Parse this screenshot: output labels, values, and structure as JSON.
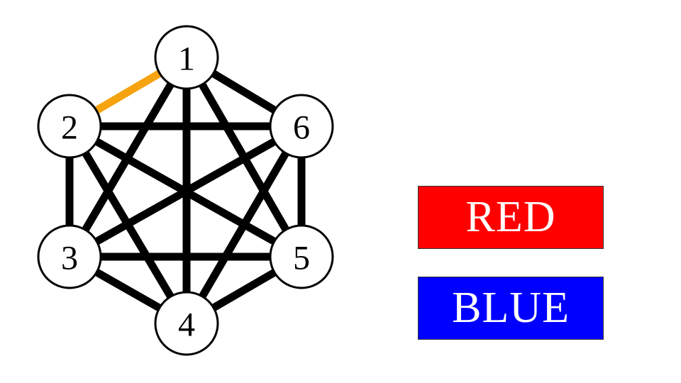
{
  "graph": {
    "nodes": [
      {
        "id": "1",
        "label": "1"
      },
      {
        "id": "2",
        "label": "2"
      },
      {
        "id": "3",
        "label": "3"
      },
      {
        "id": "4",
        "label": "4"
      },
      {
        "id": "5",
        "label": "5"
      },
      {
        "id": "6",
        "label": "6"
      }
    ],
    "edges": [
      {
        "from": "1",
        "to": "2",
        "color": "orange"
      },
      {
        "from": "1",
        "to": "3",
        "color": "black"
      },
      {
        "from": "1",
        "to": "4",
        "color": "black"
      },
      {
        "from": "1",
        "to": "5",
        "color": "black"
      },
      {
        "from": "1",
        "to": "6",
        "color": "black"
      },
      {
        "from": "2",
        "to": "3",
        "color": "black"
      },
      {
        "from": "2",
        "to": "4",
        "color": "black"
      },
      {
        "from": "2",
        "to": "5",
        "color": "black"
      },
      {
        "from": "2",
        "to": "6",
        "color": "black"
      },
      {
        "from": "3",
        "to": "4",
        "color": "black"
      },
      {
        "from": "3",
        "to": "5",
        "color": "black"
      },
      {
        "from": "3",
        "to": "6",
        "color": "black"
      },
      {
        "from": "4",
        "to": "5",
        "color": "black"
      },
      {
        "from": "4",
        "to": "6",
        "color": "black"
      },
      {
        "from": "5",
        "to": "6",
        "color": "black"
      }
    ],
    "selected_edge": {
      "from": "1",
      "to": "2"
    }
  },
  "colors": {
    "orange": "#f5a30f",
    "black": "#000000",
    "red": "#ff0000",
    "blue": "#0000ff"
  },
  "buttons": {
    "red_label": "RED",
    "blue_label": "BLUE"
  }
}
